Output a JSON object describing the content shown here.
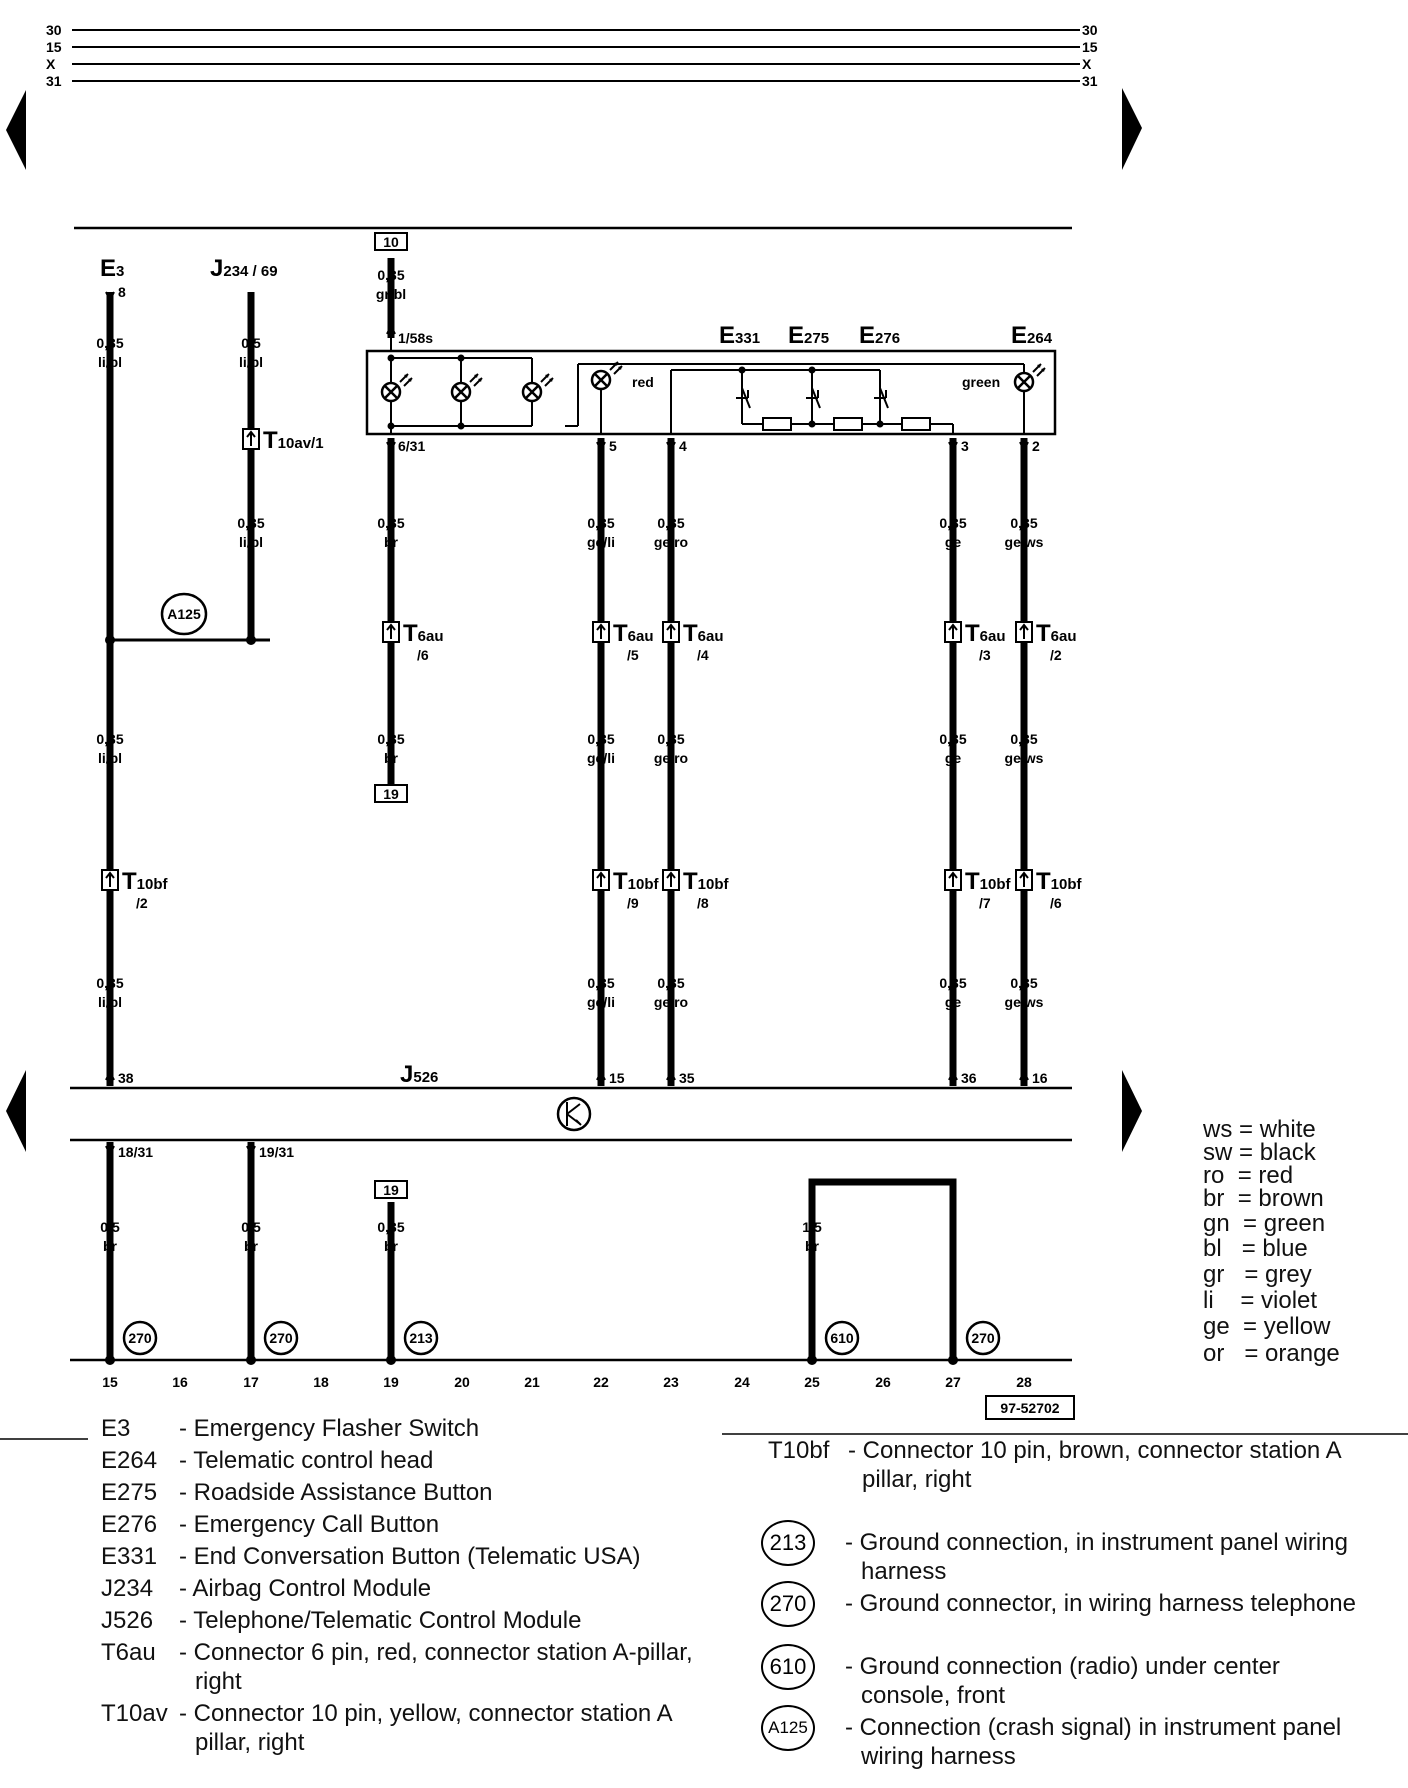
{
  "rails": [
    "30",
    "15",
    "X",
    "31"
  ],
  "components": {
    "e3": {
      "main": "E",
      "sub": "3"
    },
    "j234": {
      "main": "J",
      "sub": "234 / 69"
    },
    "e331": {
      "main": "E",
      "sub": "331"
    },
    "e275": {
      "main": "E",
      "sub": "275"
    },
    "e276": {
      "main": "E",
      "sub": "276"
    },
    "e264": {
      "main": "E",
      "sub": "264"
    },
    "j526": {
      "main": "J",
      "sub": "526"
    }
  },
  "refs": {
    "top": "10",
    "mid": "19",
    "bottom": "19"
  },
  "pins": {
    "e3": "8",
    "lamp_in": "1/58s",
    "lamp_out": "6/31",
    "red_out": "5",
    "sw_out": "4",
    "sw3": "3",
    "green_out": "2",
    "j526_38": "38",
    "j526_15": "15",
    "j526_35": "35",
    "j526_36": "36",
    "j526_16": "16",
    "g1": "18/31",
    "g2": "19/31"
  },
  "lamps": {
    "red": "red",
    "green": "green"
  },
  "wires": {
    "grbl": {
      "size": "0,35",
      "color": "gr/bl"
    },
    "e3_top": {
      "size": "0,35",
      "color": "li/bl"
    },
    "j234_top": {
      "size": "0,5",
      "color": "li/bl"
    },
    "j234_mid": {
      "size": "0,35",
      "color": "li/bl"
    },
    "br_a": {
      "size": "0,35",
      "color": "br"
    },
    "br_b": {
      "size": "0,35",
      "color": "br"
    },
    "geli_a": {
      "size": "0,35",
      "color": "ge/li"
    },
    "gero_a": {
      "size": "0,35",
      "color": "ge/ro"
    },
    "ge_a": {
      "size": "0,35",
      "color": "ge"
    },
    "gews_a": {
      "size": "0,35",
      "color": "ge/ws"
    },
    "libl_b": {
      "size": "0,35",
      "color": "li/bl"
    },
    "geli_b": {
      "size": "0,35",
      "color": "ge/li"
    },
    "gero_b": {
      "size": "0,35",
      "color": "ge/ro"
    },
    "ge_b": {
      "size": "0,35",
      "color": "ge"
    },
    "gews_b": {
      "size": "0,35",
      "color": "ge/ws"
    },
    "libl_c": {
      "size": "0,35",
      "color": "li/bl"
    },
    "geli_c": {
      "size": "0,35",
      "color": "ge/li"
    },
    "gero_c": {
      "size": "0,35",
      "color": "ge/ro"
    },
    "ge_c": {
      "size": "0,35",
      "color": "ge"
    },
    "gews_c": {
      "size": "0,35",
      "color": "ge/ws"
    },
    "g15": {
      "size": "0,5",
      "color": "br"
    },
    "g17": {
      "size": "0,5",
      "color": "br"
    },
    "g19": {
      "size": "0,35",
      "color": "br"
    },
    "g25": {
      "size": "1,5",
      "color": "br"
    }
  },
  "connectors": {
    "t10av1": {
      "main": "T",
      "sub": "10av/1"
    },
    "t6_6": {
      "main": "T",
      "sub": "6au",
      "pin": "/6"
    },
    "t6_5": {
      "main": "T",
      "sub": "6au",
      "pin": "/5"
    },
    "t6_4": {
      "main": "T",
      "sub": "6au",
      "pin": "/4"
    },
    "t6_3": {
      "main": "T",
      "sub": "6au",
      "pin": "/3"
    },
    "t6_2": {
      "main": "T",
      "sub": "6au",
      "pin": "/2"
    },
    "t10_2": {
      "main": "T",
      "sub": "10bf",
      "pin": "/2"
    },
    "t10_9": {
      "main": "T",
      "sub": "10bf",
      "pin": "/9"
    },
    "t10_8": {
      "main": "T",
      "sub": "10bf",
      "pin": "/8"
    },
    "t10_7": {
      "main": "T",
      "sub": "10bf",
      "pin": "/7"
    },
    "t10_6": {
      "main": "T",
      "sub": "10bf",
      "pin": "/6"
    }
  },
  "splice": "A125",
  "grounds": {
    "g15": "270",
    "g17": "270",
    "g19": "213",
    "g25": "610",
    "g27": "270"
  },
  "tracks": [
    "15",
    "16",
    "17",
    "18",
    "19",
    "20",
    "21",
    "22",
    "23",
    "24",
    "25",
    "26",
    "27",
    "28"
  ],
  "doc_id": "97-52702",
  "color_key": [
    {
      "abbr": "ws",
      "eq": "=",
      "name": "white"
    },
    {
      "abbr": "sw",
      "eq": "=",
      "name": "black"
    },
    {
      "abbr": "ro",
      "eq": "=",
      "name": "red"
    },
    {
      "abbr": "br",
      "eq": "=",
      "name": "brown"
    },
    {
      "abbr": "gn",
      "eq": "=",
      "name": "green"
    },
    {
      "abbr": "bl",
      "eq": "=",
      "name": "blue"
    },
    {
      "abbr": "gr",
      "eq": "=",
      "name": "grey"
    },
    {
      "abbr": "li",
      "eq": "=",
      "name": "violet"
    },
    {
      "abbr": "ge",
      "eq": "=",
      "name": "yellow"
    },
    {
      "abbr": "or",
      "eq": "=",
      "name": "orange"
    }
  ],
  "legend_left": [
    {
      "code": "E3",
      "desc": "- Emergency Flasher Switch"
    },
    {
      "code": "E264",
      "desc": "- Telematic control head"
    },
    {
      "code": "E275",
      "desc": "- Roadside Assistance Button"
    },
    {
      "code": "E276",
      "desc": "- Emergency Call Button"
    },
    {
      "code": "E331",
      "desc": "- End Conversation Button (Telematic USA)"
    },
    {
      "code": "J234",
      "desc": "- Airbag Control Module"
    },
    {
      "code": "J526",
      "desc": "- Telephone/Telematic Control Module"
    },
    {
      "code": "T6au",
      "desc": "- Connector 6 pin, red, connector station A-pillar,",
      "desc2": "right"
    },
    {
      "code": "T10av",
      "desc": "- Connector 10 pin, yellow, connector station A",
      "desc2": "pillar, right"
    }
  ],
  "legend_right": {
    "t10bf": {
      "code": "T10bf",
      "desc": "- Connector 10 pin, brown, connector station A",
      "desc2": "pillar, right"
    },
    "g213": {
      "code": "213",
      "desc": "- Ground connection, in instrument panel wiring",
      "desc2": "harness"
    },
    "g270": {
      "code": "270",
      "desc": "- Ground connector, in wiring harness telephone"
    },
    "g610": {
      "code": "610",
      "desc": "- Ground connection (radio) under center",
      "desc2": "console, front"
    },
    "a125": {
      "code": "A125",
      "desc": "- Connection (crash signal) in instrument panel",
      "desc2": "wiring harness"
    }
  }
}
